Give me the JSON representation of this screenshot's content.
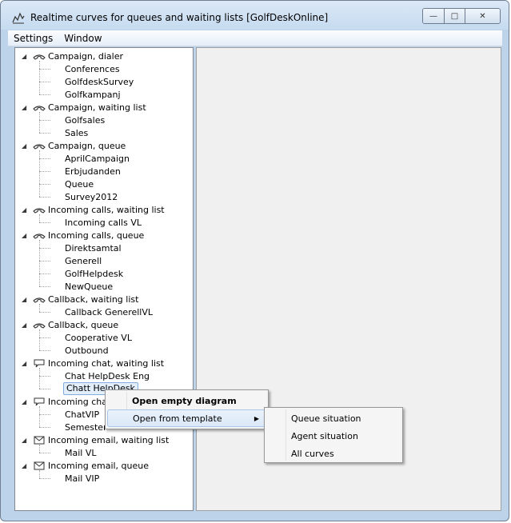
{
  "window": {
    "title": "Realtime curves for queues and waiting lists [GolfDeskOnline]",
    "buttons": {
      "minimize": "—",
      "maximize": "□",
      "close": "✕"
    }
  },
  "menu": [
    "Settings",
    "Window"
  ],
  "tree": [
    {
      "label": "Campaign, dialer",
      "icon": "dialer-icon",
      "children": [
        "Conferences",
        "GolfdeskSurvey",
        "Golfkampanj"
      ]
    },
    {
      "label": "Campaign, waiting list",
      "icon": "campaign-waiting-list-icon",
      "children": [
        "Golfsales",
        "Sales"
      ]
    },
    {
      "label": "Campaign, queue",
      "icon": "campaign-queue-icon",
      "children": [
        "AprilCampaign",
        "Erbjudanden",
        "Queue",
        "Survey2012"
      ]
    },
    {
      "label": "Incoming calls, waiting list",
      "icon": "incoming-calls-waiting-list-icon",
      "children": [
        "Incoming calls VL"
      ]
    },
    {
      "label": "Incoming calls, queue",
      "icon": "incoming-calls-queue-icon",
      "children": [
        "Direktsamtal",
        "Generell",
        "GolfHelpdesk",
        "NewQueue"
      ]
    },
    {
      "label": "Callback, waiting list",
      "icon": "callback-waiting-list-icon",
      "children": [
        "Callback GenerellVL"
      ]
    },
    {
      "label": "Callback, queue",
      "icon": "callback-queue-icon",
      "children": [
        "Cooperative VL",
        "Outbound"
      ]
    },
    {
      "label": "Incoming chat, waiting list",
      "icon": "chat-waiting-list-icon",
      "children": [
        "Chat  HelpDesk Eng",
        "Chatt HelpDesk"
      ]
    },
    {
      "label": "Incoming chat",
      "icon": "chat-queue-icon",
      "children": [
        "ChatVIP",
        "Semester"
      ]
    },
    {
      "label": "Incoming email, waiting list",
      "icon": "email-waiting-list-icon",
      "children": [
        "Mail VL"
      ]
    },
    {
      "label": "Incoming email, queue",
      "icon": "email-queue-icon",
      "children": [
        "Mail VIP"
      ]
    }
  ],
  "context_menu": {
    "open_empty": "Open empty diagram",
    "open_template": "Open from template",
    "submenu": [
      "Queue situation",
      "Agent situation",
      "All curves"
    ]
  },
  "colors": {
    "selection_border": "#84acdd",
    "panel_bg": "#f0f0f0",
    "frame": "#bcd3ea"
  }
}
